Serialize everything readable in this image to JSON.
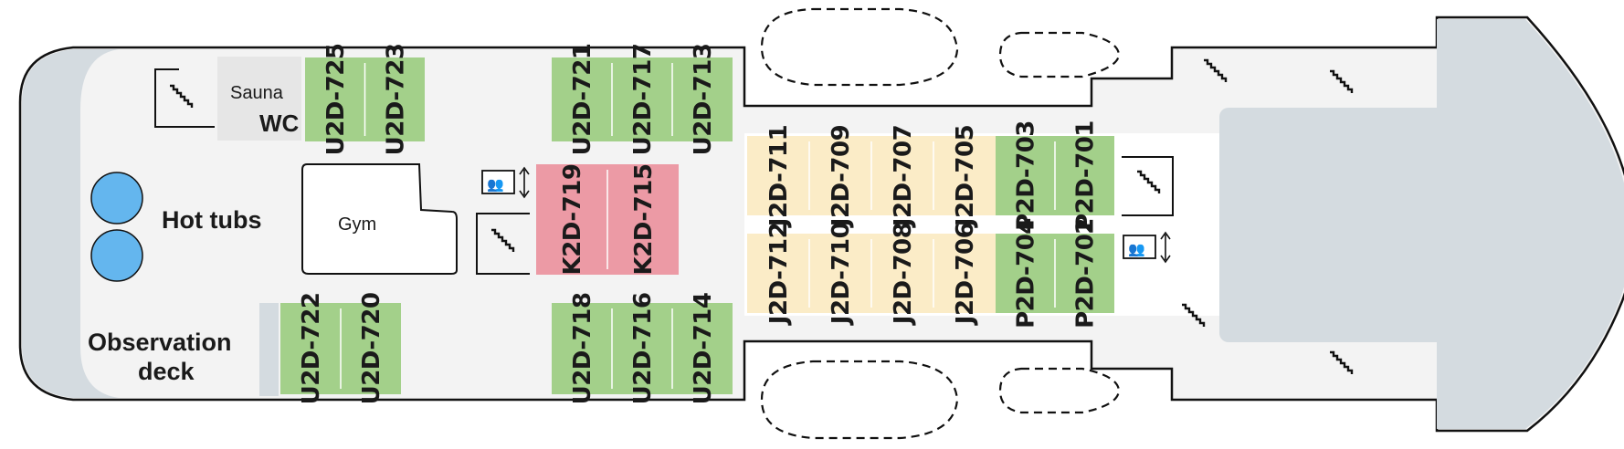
{
  "areas": {
    "sauna": "Sauna",
    "wc": "WC",
    "hot_tubs": "Hot tubs",
    "gym": "Gym",
    "observation_line1": "Observation",
    "observation_line2": "deck"
  },
  "colors": {
    "hull_outline": "#111111",
    "deck_floor": "#f3f3f3",
    "end_gray": "#d4dbe0",
    "green_cabin": "#a3d08a",
    "pink_cabin": "#ec9aa5",
    "yellow_cabin": "#fbecc7",
    "hot_tub": "#64b6ee"
  },
  "cabins": {
    "top_left": [
      "U2D-725",
      "U2D-723"
    ],
    "top_mid": [
      "U2D-721",
      "U2D-717",
      "U2D-713"
    ],
    "pink": [
      "K2D-719",
      "K2D-715"
    ],
    "bottom_left": [
      "U2D-722",
      "U2D-720"
    ],
    "bottom_mid": [
      "U2D-718",
      "U2D-716",
      "U2D-714"
    ],
    "yellow_top": [
      "J2D-711",
      "J2D-709",
      "J2D-707",
      "J2D-705"
    ],
    "green_top": [
      "P2D-703",
      "P2D-701"
    ],
    "yellow_bottom": [
      "J2D-712",
      "J2D-710",
      "J2D-708",
      "J2D-706"
    ],
    "green_bottom": [
      "P2D-704",
      "P2D-702"
    ]
  },
  "icons": [
    "stairs-icon",
    "elevator-icon",
    "lifeboat-outline"
  ]
}
